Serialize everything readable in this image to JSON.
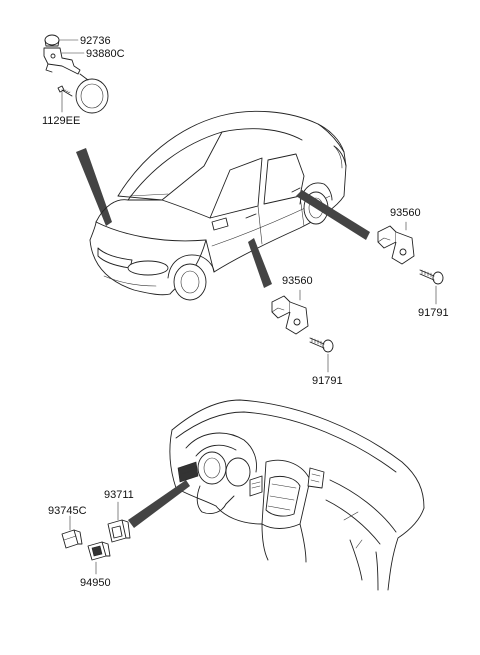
{
  "labels": {
    "p92736": "92736",
    "p93880c": "93880C",
    "p1129ee": "1129EE",
    "p93560_right": "93560",
    "p91791_right": "91791",
    "p93560_center": "93560",
    "p91791_center": "91791",
    "p93711": "93711",
    "p93745c": "93745C",
    "p94950": "94950"
  }
}
